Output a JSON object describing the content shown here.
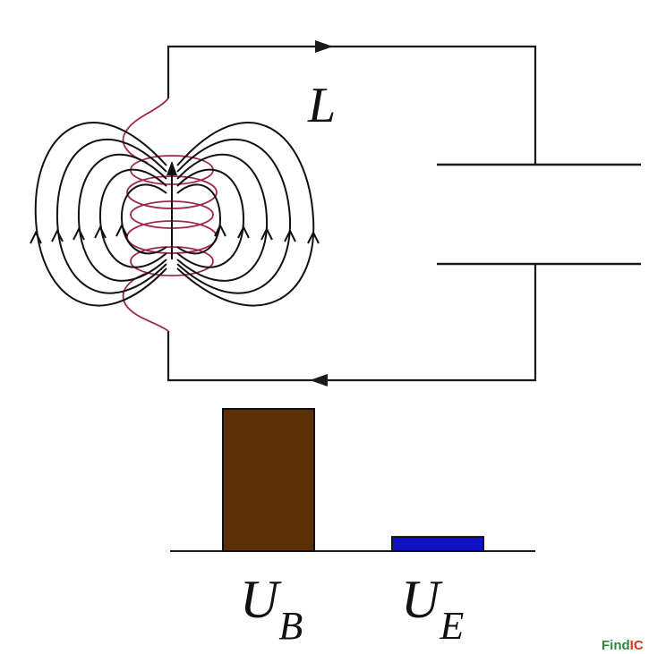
{
  "circuit": {
    "inductor_label": "L"
  },
  "energy_bars": {
    "magnetic": {
      "symbol": "U",
      "subscript": "B",
      "level": 1.0,
      "color": "#5c3006"
    },
    "electric": {
      "symbol": "U",
      "subscript": "E",
      "level": 0.1,
      "color": "#1010c8"
    }
  },
  "colors": {
    "wire": "#1a1a1a",
    "field_lines": "#111111",
    "coil": "#9e2a4a"
  },
  "watermark": {
    "part1": "Find",
    "part2": "IC",
    "color1": "#2a8a3a",
    "color2": "#e03020"
  }
}
